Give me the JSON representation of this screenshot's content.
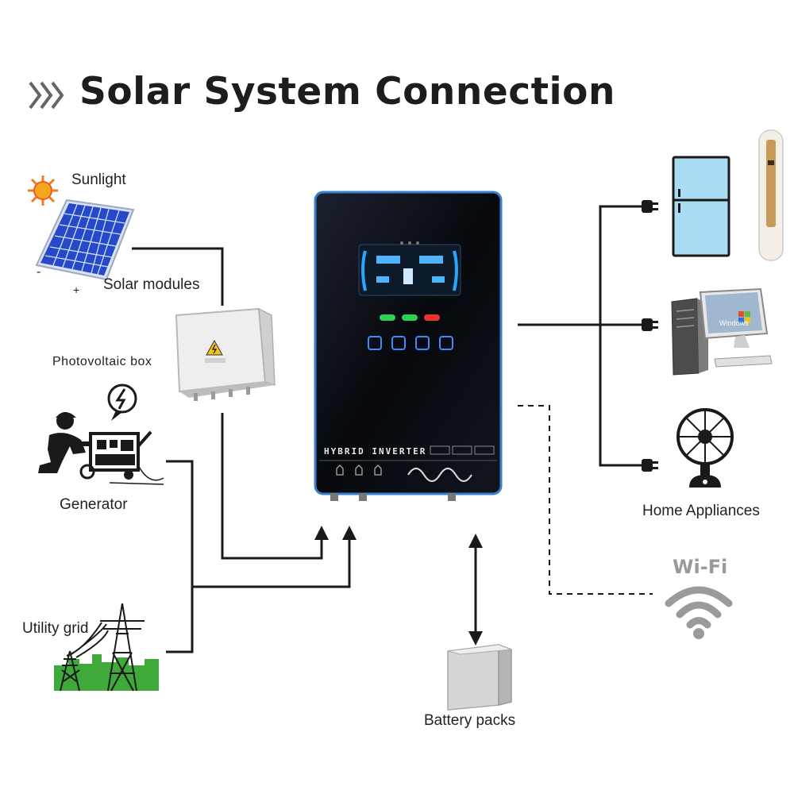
{
  "title": "Solar System Connection",
  "labels": {
    "sunlight": "Sunlight",
    "solar_modules": "Solar modules",
    "pv_box": "Photovoltaic box",
    "generator": "Generator",
    "utility_grid": "Utility grid",
    "battery_packs": "Battery packs",
    "home_appliances": "Home Appliances",
    "wifi": "Wi-Fi",
    "minus": "-",
    "plus": "+"
  },
  "inverter": {
    "name": "HYBRID  INVERTER",
    "windows_text": "Windows"
  },
  "colors": {
    "wire": "#1a1a1a",
    "inverter_body": "#0b0d12",
    "inverter_edge": "#3a7fd0",
    "panel_blue": "#2748c8",
    "fridge": "#a9dcf2",
    "grid_green": "#3faa3a",
    "wifi_gray": "#9a9a9a"
  }
}
